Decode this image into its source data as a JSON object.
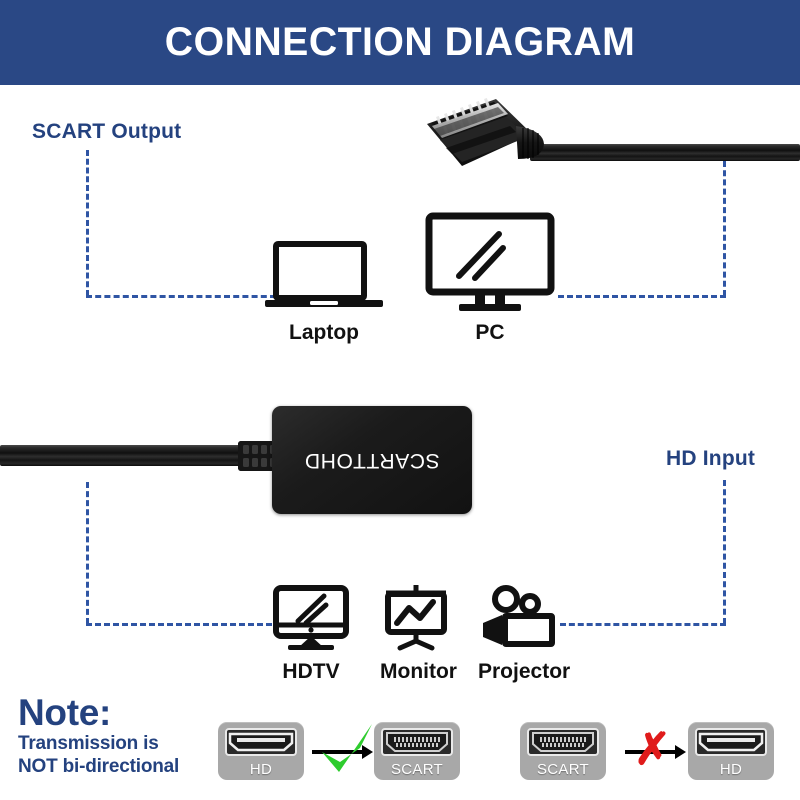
{
  "header": {
    "title": "CONNECTION DIAGRAM",
    "background_color": "#2a4885",
    "text_color": "#ffffff"
  },
  "theme": {
    "blue": "#24427f",
    "dash_blue": "#2f55a4",
    "check_green": "#2ecc2e",
    "cross_red": "#e01b1b",
    "port_gray": "#a8a8a8"
  },
  "labels": {
    "scart_output": "SCART Output",
    "hd_input": "HD  Input"
  },
  "hardware": {
    "scart_connector_name": "scart-connector",
    "converter_text": "SCARTTOHD",
    "converter_text_rotated": true
  },
  "output_devices": [
    {
      "name": "laptop",
      "caption": "Laptop",
      "icon": "laptop-icon"
    },
    {
      "name": "pc",
      "caption": "PC",
      "icon": "monitor-icon"
    }
  ],
  "input_devices": [
    {
      "name": "hdtv",
      "caption": "HDTV",
      "icon": "hdtv-icon"
    },
    {
      "name": "monitor",
      "caption": "Monitor",
      "icon": "presentation-screen-icon"
    },
    {
      "name": "projector",
      "caption": "Projector",
      "icon": "video-camera-icon"
    }
  ],
  "note": {
    "title": "Note:",
    "line1": "Transmission is",
    "line2": "NOT bi-directional"
  },
  "direction_examples": [
    {
      "name": "allowed",
      "from_label": "HD",
      "from_port": "hdmi-port",
      "to_label": "SCART",
      "to_port": "scart-port",
      "mark": "✔",
      "mark_type": "check",
      "mark_color": "#2ecc2e"
    },
    {
      "name": "forbidden",
      "from_label": "SCART",
      "from_port": "scart-port",
      "to_label": "HD",
      "to_port": "hdmi-port",
      "mark": "✗",
      "mark_type": "cross",
      "mark_color": "#e01b1b"
    }
  ]
}
